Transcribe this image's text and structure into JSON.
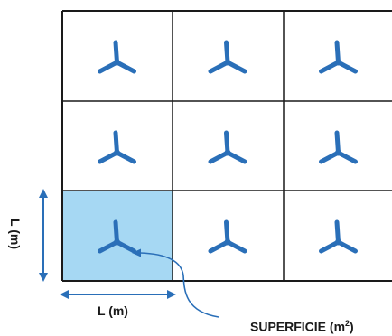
{
  "colors": {
    "grid_line": "#1a1a1a",
    "turbine_blue": "#2a6fb8",
    "highlight_fill": "#a6d8f3",
    "arrow_blue": "#2a6fb8",
    "label_text": "#1a1a1a"
  },
  "grid": {
    "rows": 3,
    "columns": 3,
    "highlighted_cell": {
      "row": 3,
      "column": 1
    }
  },
  "icons": {
    "cell_icon": "wind-turbine-icon"
  },
  "labels": {
    "horizontal_dimension": "L (m)",
    "vertical_dimension": "L (m)",
    "area_label_text": "SUPERFICIE (m",
    "area_label_superscript": "2",
    "area_label_close": ")"
  }
}
